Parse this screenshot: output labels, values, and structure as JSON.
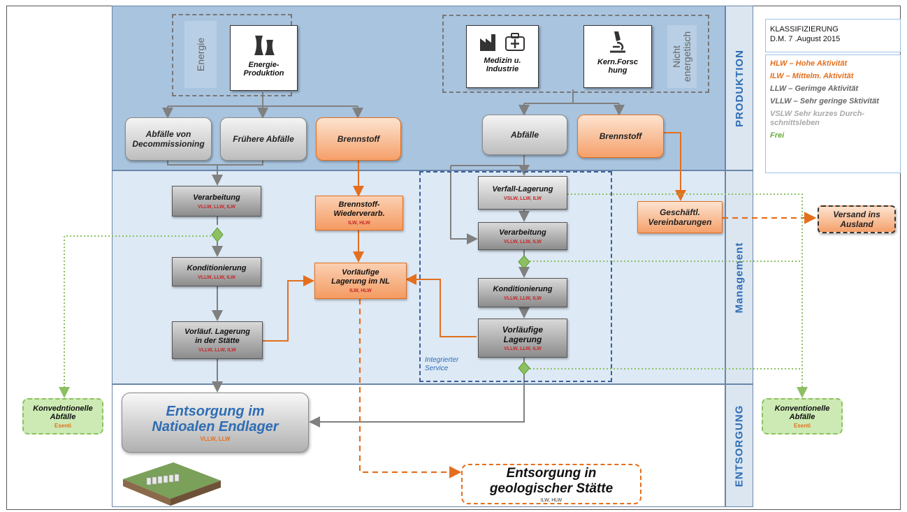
{
  "bands": {
    "produktion": "PRODUKTION",
    "management": "Management",
    "entsorgung": "ENTSORGUNG"
  },
  "classification": {
    "title": "KLASSIFIZIERUNG",
    "subtitle": "D.M. 7 .August 2015"
  },
  "legend": [
    {
      "text": "HLW – Hohe Aktivität",
      "color": "#e46f1e"
    },
    {
      "text": "ILW – Mittelm. Aktivität",
      "color": "#e46f1e"
    },
    {
      "text": "LLW – Gerimge Aktivität",
      "color": "#666666"
    },
    {
      "text": "VLLW – Sehr geringe Sktivität",
      "color": "#666666"
    },
    {
      "text": "VSLW  Sehr kurzes Durch-schnittsleben",
      "color": "#a8a8a8"
    },
    {
      "text": "Frei",
      "color": "#6aaa3a"
    }
  ],
  "produktion": {
    "energie_label": "Energie",
    "energie_box": "Energie-\nProduktion",
    "nicht_label": "Nicht\nenergetisch",
    "medizin_box": "Medizin u.\nIndustrie",
    "forschung_box": "Kern.Forsc\nhung",
    "abfaelle_decom": "Abfälle von\nDecommissioning",
    "fruehere": "Frühere Abfälle",
    "brennstoff_left": "Brennstoff",
    "abfaelle_right": "Abfälle",
    "brennstoff_right": "Brennstoff"
  },
  "management": {
    "verarbeitung_l": {
      "t": "Verarbeitung",
      "s": "VLLW, LLW, ILW"
    },
    "konditionierung_l": {
      "t": "Konditionierung",
      "s": "VLLW, LLW, ILW"
    },
    "lagerung_l": {
      "t": "Vorläuf. Lagerung\nin der Stätte",
      "s": "VLLW, LLW, ILW"
    },
    "brennstoff_wv": {
      "t": "Brennstoff-\nWiederverarb.",
      "s": "ILW, HLW"
    },
    "lagerung_nl": {
      "t": "Vorläufige\nLagerung im NL",
      "s": "ILW, HLW"
    },
    "verfall": {
      "t": "Verfall-Lagerung",
      "s": "VSLW, LLW, ILW"
    },
    "verarbeitung_r": {
      "t": "Verarbeitung",
      "s": "VLLW, LLW, ILW"
    },
    "konditionierung_r": {
      "t": "Konditionierung",
      "s": "VLLW, LLW, ILW"
    },
    "lagerung_r": {
      "t": "Vorläufige\nLagerung",
      "s": "VLLW, LLW, ILW"
    },
    "integrierter": "Integrierter\nService",
    "geschaeftl": "Geschäftl.\nVereinbarungen",
    "versand": "Versand ins\nAusland"
  },
  "entsorgung": {
    "national": {
      "t": "Entsorgung im\nNatioalen Endlager",
      "s": "VLLW, LLW"
    },
    "geologisch": {
      "t": "Entsorgung in\ngeologischer Stätte",
      "s": "ILW, HLW"
    }
  },
  "konv_left": {
    "t": "Konvedntionelle\nAbfälle",
    "s": "Esenti"
  },
  "konv_right": {
    "t": "Konventionelle\nAbfälle",
    "s": "Esenti"
  },
  "colors": {
    "orange": "#e46f1e",
    "grey": "#808080",
    "green": "#8cc063",
    "blue_dash": "#3a5f9a",
    "title_blue": "#2e6db4"
  }
}
